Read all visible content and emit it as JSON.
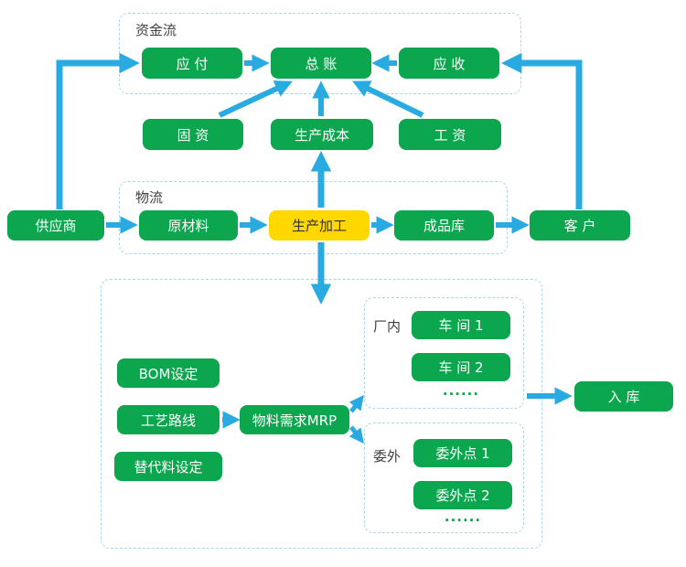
{
  "diagram": {
    "colors": {
      "node_green": "#0BA64D",
      "node_yellow": "#FFD800",
      "arrow_blue": "#29ABE2",
      "group_border_blue": "#A9D7F0",
      "node_text": "#FFFFFF",
      "yellow_node_text": "#333333",
      "group_label_text": "#404040"
    },
    "groups": {
      "capital_flow": {
        "label": "资金流"
      },
      "logistics": {
        "label": "物流"
      },
      "in_plant": {
        "label": "厂内"
      },
      "outsourcing": {
        "label": "委外"
      }
    },
    "nodes": {
      "accounts_payable": {
        "label": "应 付"
      },
      "general_ledger": {
        "label": "总 账"
      },
      "accounts_receivable": {
        "label": "应 收"
      },
      "fixed_assets": {
        "label": "固 资"
      },
      "production_cost": {
        "label": "生产成本"
      },
      "wages": {
        "label": "工 资"
      },
      "supplier": {
        "label": "供应商"
      },
      "raw_materials": {
        "label": "原材料"
      },
      "production_processing": {
        "label": "生产加工"
      },
      "finished_goods_store": {
        "label": "成品库"
      },
      "customer": {
        "label": "客 户"
      },
      "bom_setting": {
        "label": "BOM设定"
      },
      "process_route": {
        "label": "工艺路线"
      },
      "substitute_setting": {
        "label": "替代料设定"
      },
      "mrp": {
        "label": "物料需求MRP"
      },
      "workshop_1": {
        "label": "车 间 1"
      },
      "workshop_2": {
        "label": "车 间 2"
      },
      "workshop_more": {
        "label": "......"
      },
      "outsource_point_1": {
        "label": "委外点 1"
      },
      "outsource_point_2": {
        "label": "委外点 2"
      },
      "outsource_more": {
        "label": "......"
      },
      "warehouse_in": {
        "label": "入 库"
      }
    }
  }
}
